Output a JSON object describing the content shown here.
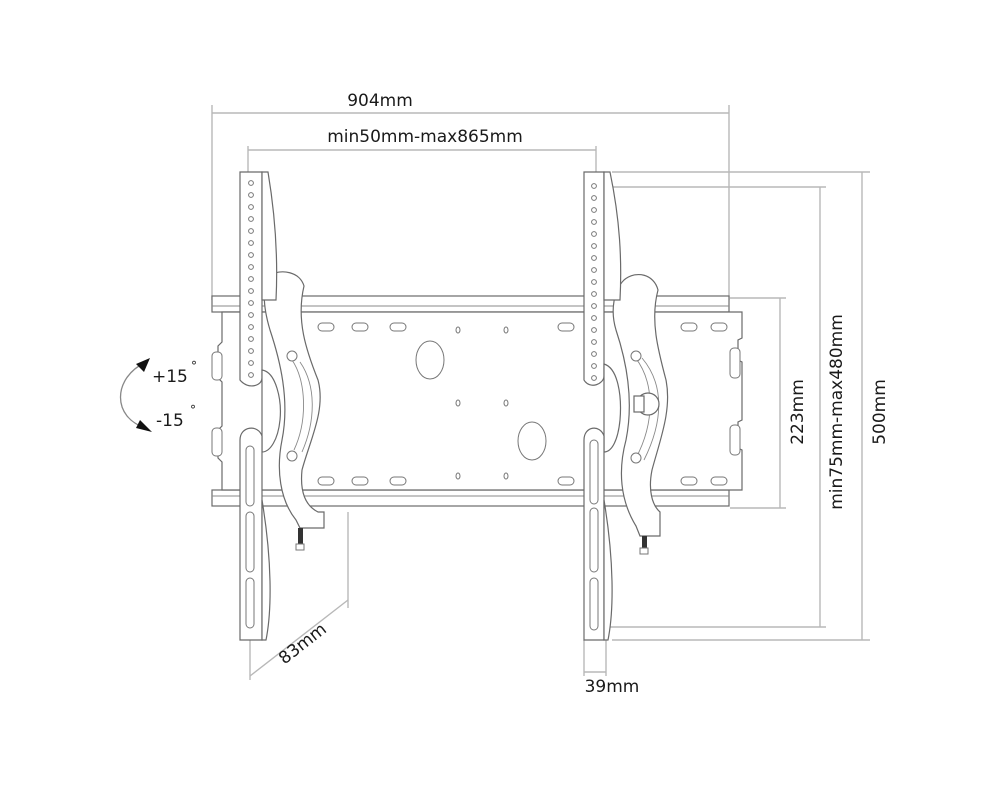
{
  "diagram": {
    "subject": "Tilting TV wall mount bracket technical drawing",
    "dimensions": {
      "overall_width": "904mm",
      "bracket_spacing": "min50mm-max865mm",
      "overall_height": "500mm",
      "vesa_height_range": "min75mm-max480mm",
      "wall_plate_height": "223mm",
      "depth": "83mm",
      "bracket_width": "39mm"
    },
    "tilt": {
      "up": "+15",
      "down": "-15",
      "degree_symbol": "°"
    },
    "colors": {
      "line": "#6a6a6a",
      "dimension_line": "#b8b8b8",
      "text": "#1a1a1a",
      "background": "#ffffff"
    }
  }
}
